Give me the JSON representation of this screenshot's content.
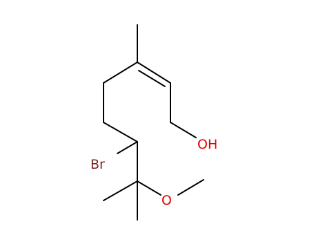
{
  "molecule": {
    "atoms": [
      {
        "id": "br",
        "symbol": "Br",
        "label": "Br",
        "color": "#7a1f1f"
      },
      {
        "id": "oh",
        "symbol": "O",
        "label": "OH",
        "color": "#e00000"
      },
      {
        "id": "o_methoxy",
        "symbol": "O",
        "label": "O",
        "color": "#e00000"
      }
    ],
    "bond_color": "#000000"
  }
}
